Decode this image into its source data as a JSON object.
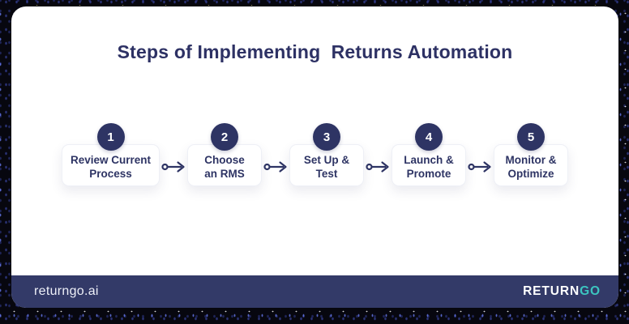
{
  "title": "Steps of Implementing  Returns Automation",
  "steps": [
    {
      "number": "1",
      "line1": "Review Current",
      "line2": "Process"
    },
    {
      "number": "2",
      "line1": "Choose",
      "line2": "an RMS"
    },
    {
      "number": "3",
      "line1": "Set Up &",
      "line2": "Test"
    },
    {
      "number": "4",
      "line1": "Launch &",
      "line2": "Promote"
    },
    {
      "number": "5",
      "line1": "Monitor &",
      "line2": "Optimize"
    }
  ],
  "footer": {
    "website": "returngo.ai",
    "brand": {
      "primary": "RETURN",
      "accent": "GO"
    }
  },
  "colors": {
    "navy": "#2e3464",
    "title_navy": "#2d3164",
    "footer_bar": "#333a68",
    "teal_accent": "#3cc5c0",
    "card_background": "#ffffff",
    "outer_background": "#07070f"
  }
}
